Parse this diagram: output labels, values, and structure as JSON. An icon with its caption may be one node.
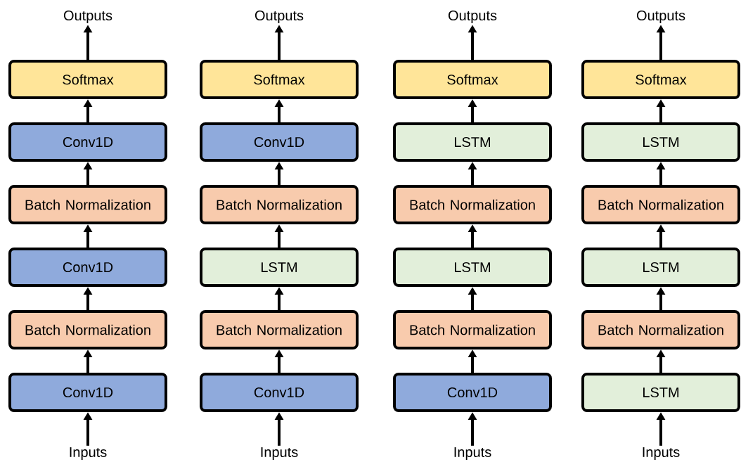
{
  "diagram": {
    "nodes": [
      {
        "text": [
          "Outputs"
        ]
      },
      {
        "text": [
          "Softmax"
        ]
      },
      {
        "text": [
          "Conv1D"
        ]
      },
      {
        "text": [
          "Batch Normalization"
        ]
      },
      {
        "text": [
          "Conv1D"
        ]
      },
      {
        "text": [
          "Batch Normalization"
        ]
      },
      {
        "text": [
          "Conv1D"
        ]
      },
      {
        "text": [
          "Inputs"
        ]
      },
      {
        "text": [
          "Outputs"
        ]
      },
      {
        "text": [
          "Softmax"
        ]
      },
      {
        "text": [
          "Conv1D"
        ]
      },
      {
        "text": [
          "Batch Normalization"
        ]
      },
      {
        "text": [
          "LSTM"
        ]
      },
      {
        "text": [
          "Batch Normalization"
        ]
      },
      {
        "text": [
          "Conv1D"
        ]
      },
      {
        "text": [
          "Inputs"
        ]
      },
      {
        "text": [
          "Outputs"
        ]
      },
      {
        "text": [
          "Softmax"
        ]
      },
      {
        "text": [
          "LSTM"
        ]
      },
      {
        "text": [
          "Batch Normalization"
        ]
      },
      {
        "text": [
          "LSTM"
        ]
      },
      {
        "text": [
          "Batch Normalization"
        ]
      },
      {
        "text": [
          "Conv1D"
        ]
      },
      {
        "text": [
          "Inputs"
        ]
      },
      {
        "text": [
          "Outputs"
        ]
      },
      {
        "text": [
          "Softmax"
        ]
      },
      {
        "text": [
          "LSTM"
        ]
      },
      {
        "text": [
          "Batch Normalization"
        ]
      },
      {
        "text": [
          "LSTM"
        ]
      },
      {
        "text": [
          "Batch Normalization"
        ]
      },
      {
        "text": [
          "LSTM"
        ]
      },
      {
        "text": [
          "Inputs"
        ]
      }
    ],
    "edges": [
      {
        "from": 7,
        "to": 6,
        "arrow": "to"
      },
      {
        "from": 6,
        "to": 5,
        "arrow": "to"
      },
      {
        "from": 5,
        "to": 4,
        "arrow": "to"
      },
      {
        "from": 4,
        "to": 3,
        "arrow": "to"
      },
      {
        "from": 3,
        "to": 2,
        "arrow": "to"
      },
      {
        "from": 2,
        "to": 1,
        "arrow": "to"
      },
      {
        "from": 1,
        "to": 0,
        "arrow": "to"
      },
      {
        "from": 15,
        "to": 14,
        "arrow": "to"
      },
      {
        "from": 14,
        "to": 13,
        "arrow": "to"
      },
      {
        "from": 13,
        "to": 12,
        "arrow": "to"
      },
      {
        "from": 12,
        "to": 11,
        "arrow": "to"
      },
      {
        "from": 11,
        "to": 10,
        "arrow": "to"
      },
      {
        "from": 10,
        "to": 9,
        "arrow": "to"
      },
      {
        "from": 9,
        "to": 8,
        "arrow": "to"
      },
      {
        "from": 23,
        "to": 22,
        "arrow": "to"
      },
      {
        "from": 22,
        "to": 21,
        "arrow": "to"
      },
      {
        "from": 21,
        "to": 20,
        "arrow": "to"
      },
      {
        "from": 20,
        "to": 19,
        "arrow": "to"
      },
      {
        "from": 19,
        "to": 18,
        "arrow": "to"
      },
      {
        "from": 18,
        "to": 17,
        "arrow": "to"
      },
      {
        "from": 17,
        "to": 16,
        "arrow": "to"
      },
      {
        "from": 31,
        "to": 30,
        "arrow": "to"
      },
      {
        "from": 30,
        "to": 29,
        "arrow": "to"
      },
      {
        "from": 29,
        "to": 28,
        "arrow": "to"
      },
      {
        "from": 28,
        "to": 27,
        "arrow": "to"
      },
      {
        "from": 27,
        "to": 26,
        "arrow": "to"
      },
      {
        "from": 26,
        "to": 25,
        "arrow": "to"
      },
      {
        "from": 25,
        "to": 24,
        "arrow": "to"
      }
    ]
  }
}
